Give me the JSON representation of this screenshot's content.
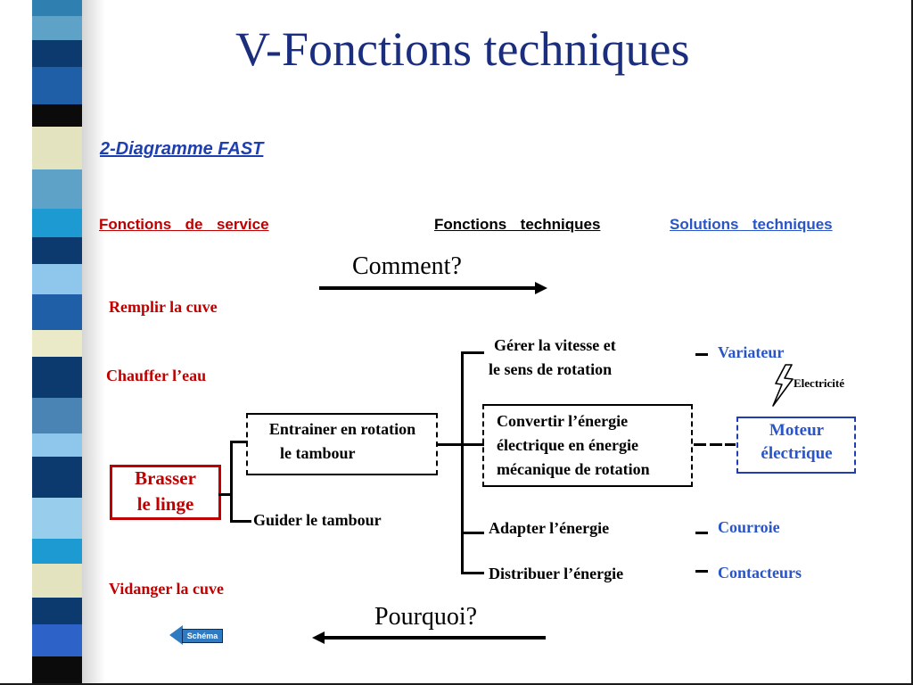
{
  "slide": {
    "title": "V-Fonctions techniques",
    "subtitle": "2-Diagramme FAST",
    "column_headers": {
      "service": "Fonctions  de  service",
      "techniques": "Fonctions  techniques",
      "solutions": "Solutions  techniques"
    },
    "comment_label": "Comment?",
    "pourquoi_label": "Pourquoi?"
  },
  "service_functions": {
    "remplir": "Remplir la cuve",
    "chauffer": "Chauffer l’eau",
    "brasser_line1": "Brasser",
    "brasser_line2": "le linge",
    "vidanger": "Vidanger la cuve"
  },
  "technical_functions": {
    "entrainer_line1": "Entrainer en rotation",
    "entrainer_line2": "le tambour",
    "guider": "Guider le tambour",
    "gerer_line1": "Gérer la vitesse et",
    "gerer_line2": "le sens de rotation",
    "convertir_line1": "Convertir l’énergie",
    "convertir_line2": "électrique en énergie",
    "convertir_line3": "mécanique de rotation",
    "adapter": "Adapter l’énergie",
    "distribuer": "Distribuer l’énergie"
  },
  "solutions": {
    "variateur": "Variateur",
    "electricite": "Electricité",
    "moteur_line1": "Moteur",
    "moteur_line2": "électrique",
    "courroie": "Courroie",
    "contacteurs": "Contacteurs"
  },
  "nav": {
    "schema_label": "Schéma"
  },
  "colors": {
    "title": "#1b2e7e",
    "service_red": "#c00000",
    "solution_blue": "#2a55c8",
    "subtitle_blue": "#1f3eb0"
  }
}
